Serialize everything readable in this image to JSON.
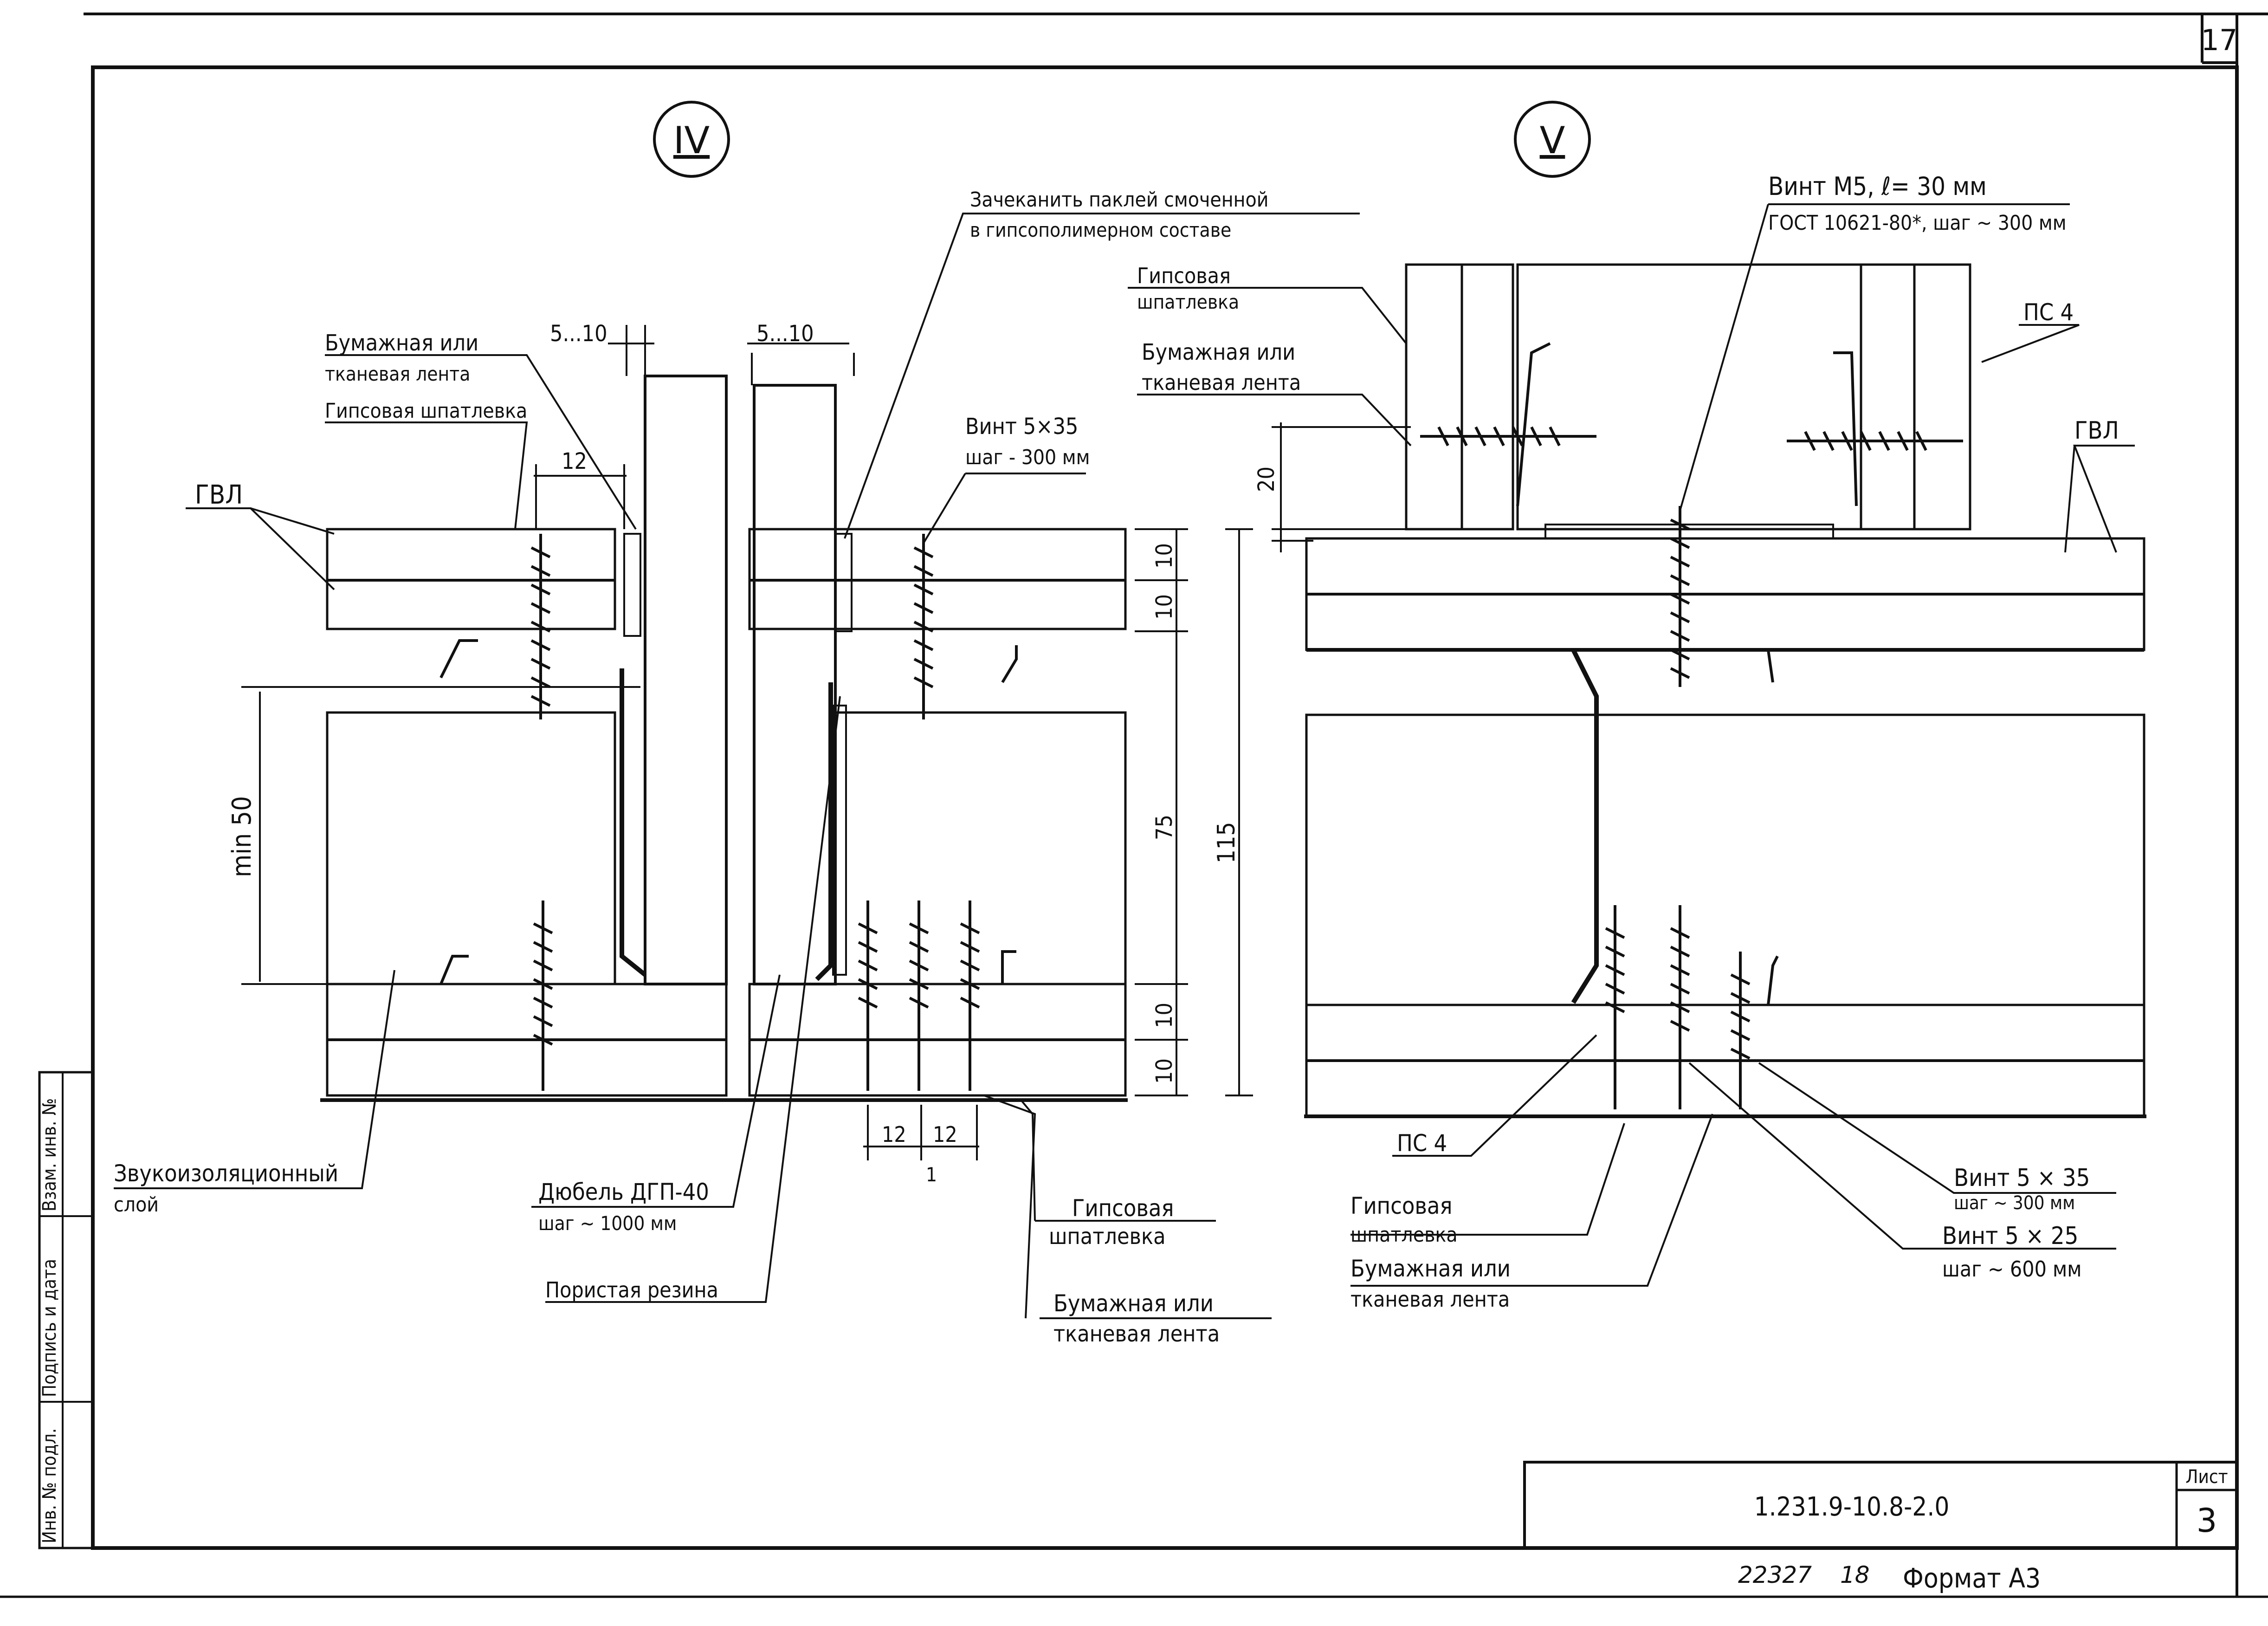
{
  "sheet": {
    "corner_number": "17",
    "designation": "1.231.9-10.8-2.0",
    "sheet_label": "Лист",
    "sheet_number": "3",
    "bottom_number": "22327",
    "bottom_number_2": "18",
    "format": "Формат А3"
  },
  "side_stamp": {
    "inv_podl": "Инв. № подл.",
    "podpis_data": "Подпись и дата",
    "vzam_inv": "Взам. инв. №"
  },
  "node_iv": {
    "marker": "IV",
    "labels": {
      "tape_1": "Бумажная или",
      "tape_2": "тканевая лента",
      "putty": "Гипсовая шпатлевка",
      "gvl": "ГВЛ",
      "caulk_1": "Зачеканить паклей смоченной",
      "caulk_2": "в гипсополимерном составе",
      "screw_1": "Винт 5×35",
      "screw_2": "шаг - 300 мм",
      "sound_1": "Звукоизоляционный",
      "sound_2": "слой",
      "dowel_1": "Дюбель ДГП-40",
      "dowel_2": "шаг ~ 1000 мм",
      "rubber": "Пористая резина",
      "putty2_1": "Гипсовая",
      "putty2_2": "шпатлевка",
      "tape2_1": "Бумажная или",
      "tape2_2": "тканевая лента"
    },
    "dims": {
      "gap_left": "5...10",
      "gap_right": "5...10",
      "d12_top": "12",
      "min50": "min 50",
      "d10a": "10",
      "d10b": "10",
      "d75": "75",
      "d115": "115",
      "d10c": "10",
      "d10d": "10",
      "d12_bl": "12",
      "d12_br": "12",
      "d1": "1"
    }
  },
  "node_v": {
    "marker": "V",
    "labels": {
      "screw_m5_1": "Винт М5, ℓ= 30 мм",
      "screw_m5_2": "ГОСТ 10621-80*, шаг ~ 300 мм",
      "putty_1": "Гипсовая",
      "putty_2": "шпатлевка",
      "tape_1": "Бумажная или",
      "tape_2": "тканевая лента",
      "ps4_top": "ПС 4",
      "gvl": "ГВЛ",
      "ps4_bottom": "ПС 4",
      "putty_b_1": "Гипсовая",
      "putty_b_2": "шпатлевка",
      "tape_b_1": "Бумажная или",
      "tape_b_2": "тканевая лента",
      "screw35_1": "Винт 5 × 35",
      "screw35_2": "шаг ~ 300 мм",
      "screw25_1": "Винт 5 × 25",
      "screw25_2": "шаг ~ 600 мм"
    },
    "dims": {
      "d20": "20"
    }
  }
}
